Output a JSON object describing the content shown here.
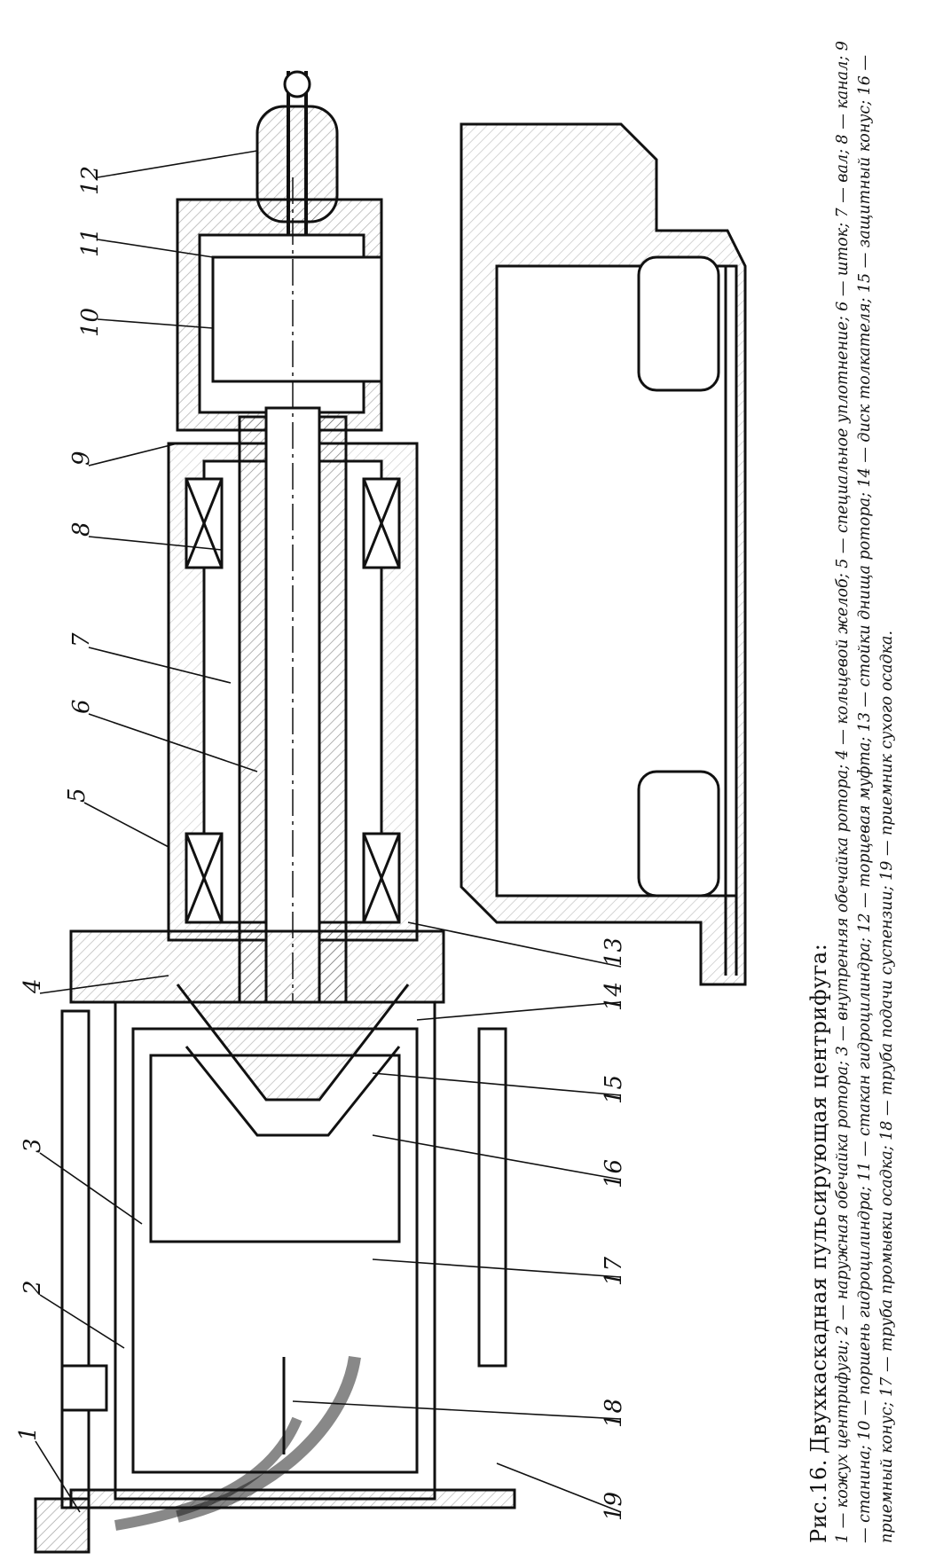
{
  "figure": {
    "label": "Рис.16.",
    "title": "Двухкаскадная пульсирующая центрифуга:",
    "legend_text": "1 — кожух центрифуги; 2 — наружная обечайка ротора; 3 — внутренняя обечайка ротора; 4 — кольцевой желоб; 5 — специальное уплотнение; 6 — шток; 7 — вал; 8 — канал; 9 — станина; 10 — поршень гидроцилиндра; 11 — стакан гидроцилиндра; 12 — торцевая муфта; 13 — стойки днища ротора; 14 — диск толкателя; 15 — защитный конус; 16 — приемный конус; 17 — труба промывки осадка; 18 — труба подачи суспензии; 19 — приемник сухого осадка."
  },
  "callouts": [
    "1",
    "2",
    "3",
    "4",
    "5",
    "6",
    "7",
    "8",
    "9",
    "10",
    "11",
    "12",
    "13",
    "14",
    "15",
    "16",
    "17",
    "18",
    "19"
  ],
  "colors": {
    "ink": "#111111",
    "paper": "#ffffff"
  }
}
